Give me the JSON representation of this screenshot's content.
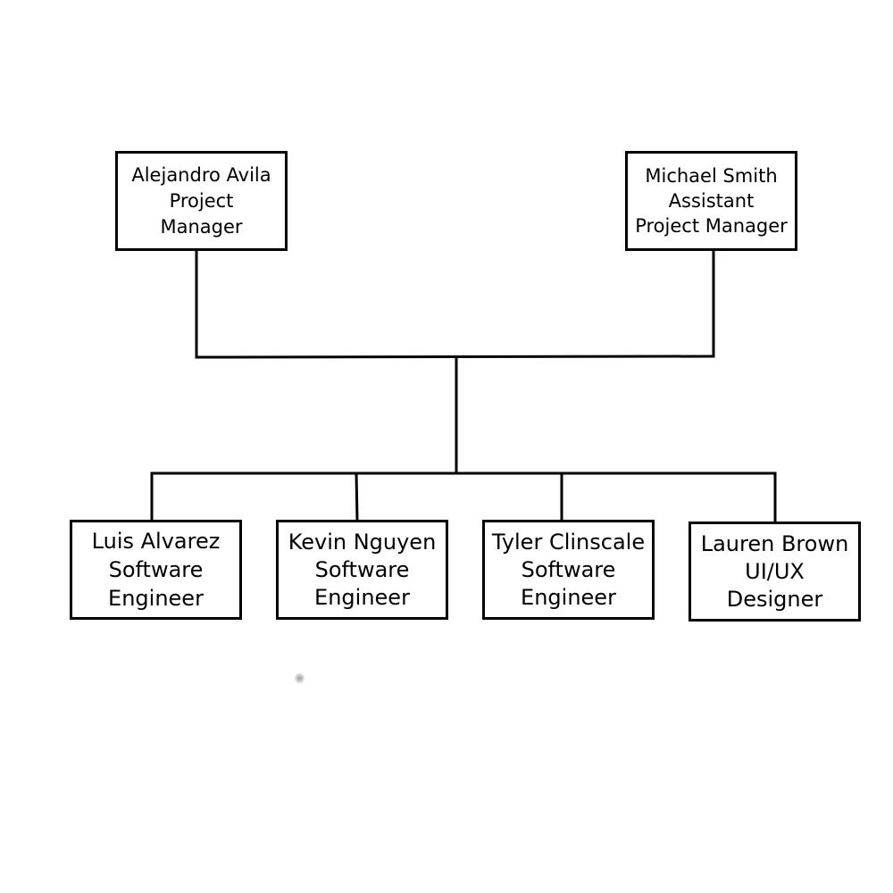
{
  "managers": [
    {
      "name": "Alejandro Avila",
      "role_lines": [
        "Project",
        "Manager"
      ]
    },
    {
      "name": "Michael Smith",
      "role_lines": [
        "Assistant",
        "Project Manager"
      ]
    }
  ],
  "team": [
    {
      "name": "Luis Alvarez",
      "role_lines": [
        "Software",
        "Engineer"
      ]
    },
    {
      "name": "Kevin Nguyen",
      "role_lines": [
        "Software",
        "Engineer"
      ]
    },
    {
      "name": "Tyler Clinscale",
      "role_lines": [
        "Software",
        "Engineer"
      ]
    },
    {
      "name": "Lauren Brown",
      "role_lines": [
        "UI/UX",
        "Designer"
      ]
    }
  ],
  "colors": {
    "line": "#000000",
    "box_border": "#000000",
    "background": "#ffffff",
    "text": "#000000"
  }
}
